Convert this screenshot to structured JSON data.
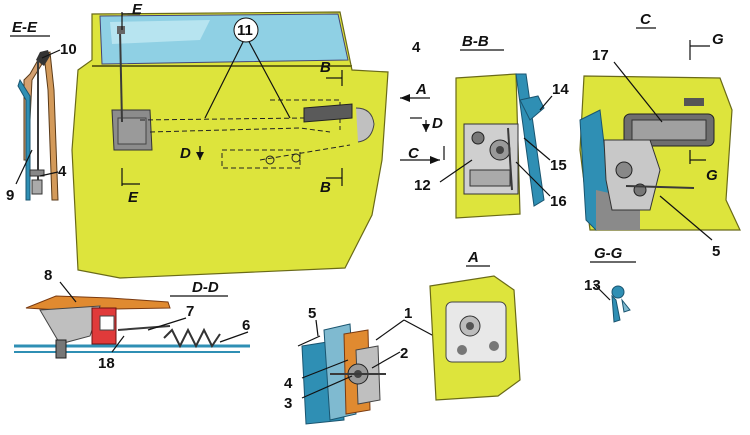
{
  "section_labels": {
    "ee": "E-E",
    "bb": "B-B",
    "c": "C",
    "dd": "D-D",
    "a": "A",
    "gg": "G-G"
  },
  "cut_markers": {
    "e_top": "E",
    "e_bottom": "E",
    "b_top": "B",
    "b_bottom": "B",
    "a_arrow": "A",
    "d_left": "D",
    "d_right": "D",
    "c_arrow": "C",
    "g_top": "G",
    "g_bottom": "G"
  },
  "callouts": {
    "n1": "1",
    "n2": "2",
    "n3": "3",
    "n4_door": "4",
    "n4_ee": "4",
    "n4_bottom": "4",
    "n5_c": "5",
    "n5_bottom": "5",
    "n6": "6",
    "n7": "7",
    "n8": "8",
    "n9": "9",
    "n10": "10",
    "n11": "11",
    "n12": "12",
    "n13": "13",
    "n14": "14",
    "n15": "15",
    "n16": "16",
    "n17": "17",
    "n18": "18"
  },
  "colors": {
    "door_panel": "#dde43c",
    "glass": "#8fd0e4",
    "mechanism_orange": "#e08a30",
    "mechanism_red": "#e03a3a",
    "mechanism_blue": "#2f8fb4",
    "metal_gray": "#8c8c8c"
  }
}
